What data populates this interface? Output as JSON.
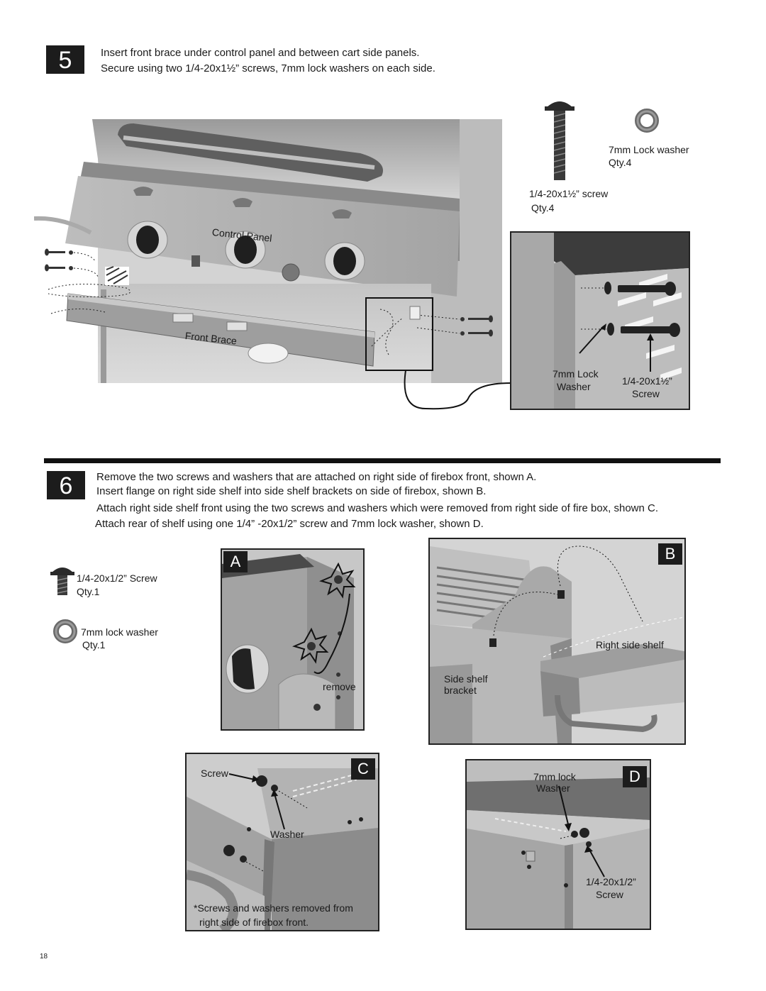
{
  "step5": {
    "number": "5",
    "line1": "Insert front brace under control panel and between cart side panels.",
    "line2": "Secure using two 1/4-20x1½” screws, 7mm lock washers on each side.",
    "parts": {
      "washer_name": "7mm Lock washer",
      "washer_qty": "Qty.4",
      "screw_name": "1/4-20x1½” screw",
      "screw_qty": "Qty.4"
    },
    "labels": {
      "control_panel": "Control Panel",
      "front_brace": "Front Brace",
      "detail_washer_1": "7mm Lock",
      "detail_washer_2": "Washer",
      "detail_screw_1": "1/4-20x1½”",
      "detail_screw_2": "Screw"
    }
  },
  "step6": {
    "number": "6",
    "line1": "Remove the two screws and washers that are attached on right side of firebox front, shown A.",
    "line2": "Insert flange on right side shelf into side shelf brackets on side of firebox, shown B.",
    "line3": "Attach right side shelf front using the two screws and washers which were removed from right side of fire box, shown C.",
    "line4": "Attach rear of shelf using one 1/4” -20x1/2” screw and 7mm lock washer, shown D.",
    "parts": {
      "screw_name": "1/4-20x1/2” Screw",
      "screw_qty": "Qty.1",
      "washer_name": "7mm lock washer",
      "washer_qty": "Qty.1"
    },
    "panel_a": {
      "tag": "A",
      "remove": "remove"
    },
    "panel_b": {
      "tag": "B",
      "right_side_shelf": "Right side shelf",
      "bracket_1": "Side shelf",
      "bracket_2": "bracket"
    },
    "panel_c": {
      "tag": "C",
      "screw": "Screw",
      "washer": "Washer",
      "note_1": "*Screws and washers removed from",
      "note_2": "right side of firebox front."
    },
    "panel_d": {
      "tag": "D",
      "washer_1": "7mm lock",
      "washer_2": "Washer",
      "screw_1": "1/4-20x1/2”",
      "screw_2": "Screw"
    }
  },
  "page_number": "18",
  "colors": {
    "step_box": "#1c1c1c",
    "metal_light": "#cfcfcf",
    "metal_mid": "#a9a9a9",
    "metal_dark": "#6e6e6e"
  }
}
